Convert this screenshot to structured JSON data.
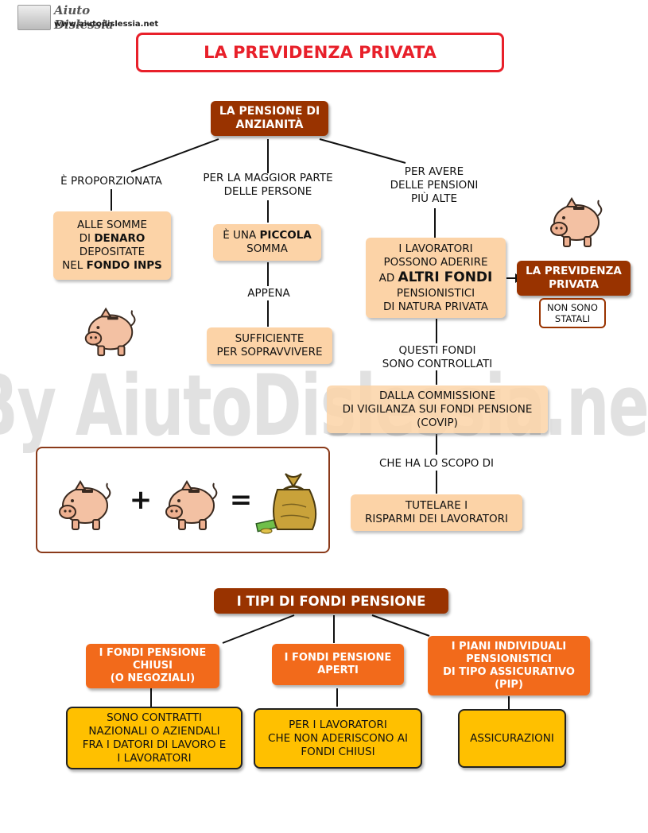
{
  "logo": {
    "brand": "Aiuto Dislessia",
    "url": "www.aiutodislessia.net"
  },
  "title": "LA PREVIDENZA PRIVATA",
  "section1": {
    "root": [
      "LA PENSIONE DI",
      "ANZIANITÀ"
    ],
    "left": {
      "label": "È PROPORZIONATA",
      "box": {
        "line1": "ALLE SOMME",
        "line2_pre": "DI ",
        "line2_bold": "DENARO",
        "line3": "DEPOSITATE",
        "line4_pre": "NEL ",
        "line4_bold": "FONDO INPS"
      }
    },
    "middle": {
      "label": [
        "PER LA MAGGIOR PARTE",
        "DELLE PERSONE"
      ],
      "box": {
        "line1_pre": "È UNA ",
        "line1_bold": "PICCOLA",
        "line2": "SOMMA"
      },
      "label2": "APPENA",
      "box2": [
        "SUFFICIENTE",
        "PER SOPRAVVIVERE"
      ]
    },
    "right": {
      "label": [
        "PER AVERE",
        "DELLE PENSIONI",
        "PIÙ ALTE"
      ],
      "box": {
        "line1": "I LAVORATORI",
        "line2": "POSSONO ADERIRE",
        "line3_pre": "AD ",
        "line3_bold": "ALTRI FONDI",
        "line4": "PENSIONISTICI",
        "line5": "DI NATURA PRIVATA"
      },
      "side_box": [
        "LA PREVIDENZA",
        "PRIVATA"
      ],
      "side_note": [
        "NON SONO",
        "STATALI"
      ],
      "label2": [
        "QUESTI FONDI",
        "SONO CONTROLLATI"
      ],
      "box2": [
        "DALLA COMMISSIONE",
        "DI VIGILANZA SUI FONDI PENSIONE",
        "(COVIP)"
      ],
      "label3": "CHE HA LO SCOPO DI",
      "box3": [
        "TUTELARE I",
        "RISPARMI DEI LAVORATORI"
      ]
    }
  },
  "equation": {
    "plus": "+",
    "equals": "="
  },
  "watermark": "By AiutoDislessia.net",
  "section2": {
    "root": "I TIPI DI FONDI PENSIONE",
    "types": [
      {
        "title": [
          "I  FONDI PENSIONE",
          "CHIUSI",
          "(O NEGOZIALI)"
        ],
        "desc": [
          "SONO CONTRATTI",
          "NAZIONALI O AZIENDALI",
          "FRA I DATORI DI LAVORO E",
          "I LAVORATORI"
        ]
      },
      {
        "title": [
          "I  FONDI PENSIONE",
          "APERTI"
        ],
        "desc": [
          "PER I LAVORATORI",
          "CHE NON ADERISCONO AI",
          "FONDI CHIUSI"
        ]
      },
      {
        "title": [
          "I  PIANI INDIVIDUALI",
          "PENSIONISTICI",
          "DI TIPO ASSICURATIVO",
          "(PIP)"
        ],
        "desc": [
          "ASSICURAZIONI"
        ]
      }
    ]
  },
  "colors": {
    "brown": "#993300",
    "peach": "#fcd3a7",
    "orange": "#f26a1b",
    "yellow": "#ffc000",
    "title_red": "#e8202a"
  },
  "icons": [
    "piggy-bank-icon",
    "money-bag-icon"
  ]
}
